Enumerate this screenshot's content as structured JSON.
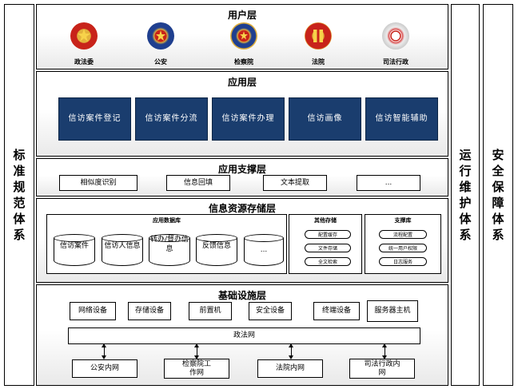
{
  "left_column": {
    "label_chars": [
      "标",
      "准",
      "规",
      "范",
      "体",
      "系"
    ]
  },
  "right_columns": [
    {
      "label_chars": [
        "运",
        "行",
        "维",
        "护",
        "体",
        "系"
      ]
    },
    {
      "label_chars": [
        "安",
        "全",
        "保",
        "障",
        "体",
        "系"
      ]
    }
  ],
  "user_layer": {
    "title": "用户层",
    "entities": [
      "政法委",
      "公安",
      "检察院",
      "法院",
      "司法行政"
    ]
  },
  "app_layer": {
    "title": "应用层",
    "apps": [
      "信访案件登记",
      "信访案件分流",
      "信访案件办理",
      "信访画像",
      "信访智能辅助"
    ]
  },
  "support_layer": {
    "title": "应用支撑层",
    "items": [
      "相似度识别",
      "信息回填",
      "文本提取",
      "..."
    ]
  },
  "storage_layer": {
    "title": "信息资源存储层",
    "app_db": {
      "title": "应用数据库",
      "items": [
        "信访案件",
        "信访人信息",
        "转办/督办信息",
        "反馈信息",
        "..."
      ]
    },
    "other_storage": {
      "title": "其他存储",
      "items": [
        "配置缓存",
        "文件存储",
        "全文检索"
      ]
    },
    "support_db": {
      "title": "支撑库",
      "items": [
        "流程配置",
        "统一用户权限",
        "日志服务"
      ]
    }
  },
  "infra_layer": {
    "title": "基础设施层",
    "devices": [
      "网络设备",
      "存储设备",
      "前置机",
      "安全设备",
      "终端设备",
      "服务器主机"
    ],
    "network": "政法网",
    "subnets": [
      "公安内网",
      "检察院工作网",
      "法院内网",
      "司法行政内网"
    ]
  },
  "colors": {
    "app_box": "#1a3d6e",
    "emblem_red": "#c8231a",
    "emblem_gold": "#e3b23c",
    "emblem_blue": "#1f3f8f"
  }
}
